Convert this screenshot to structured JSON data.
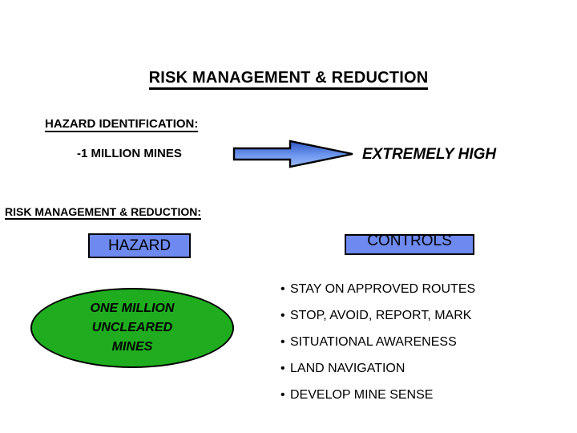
{
  "slide": {
    "title": "RISK MANAGEMENT & REDUCTION",
    "background_color": "#FFFFFF",
    "sections": {
      "hazard_identification": {
        "heading": "HAZARD IDENTIFICATION:",
        "item": "-1  MILLION MINES",
        "arrow": {
          "icon": "right-arrow-icon",
          "fill_start": "#8FB0F2",
          "fill_end": "#2C55C8",
          "outline": "#000000"
        },
        "result": "EXTREMELY HIGH"
      },
      "risk_management_reduction": {
        "heading": "RISK MANAGEMENT & REDUCTION:",
        "hazard_column": {
          "header": "HAZARD",
          "header_bg": "#6E8AF0",
          "ellipse_bg": "#1FAD1F",
          "ellipse_lines": [
            "ONE  MILLION",
            "UNCLEARED",
            "MINES"
          ]
        },
        "controls_column": {
          "header": "CONTROLS",
          "header_bg": "#6E8AF0",
          "bullet": "•",
          "items": [
            "STAY ON APPROVED ROUTES",
            "STOP, AVOID, REPORT, MARK",
            "SITUATIONAL AWARENESS",
            "LAND NAVIGATION",
            "DEVELOP MINE SENSE"
          ]
        }
      }
    }
  }
}
